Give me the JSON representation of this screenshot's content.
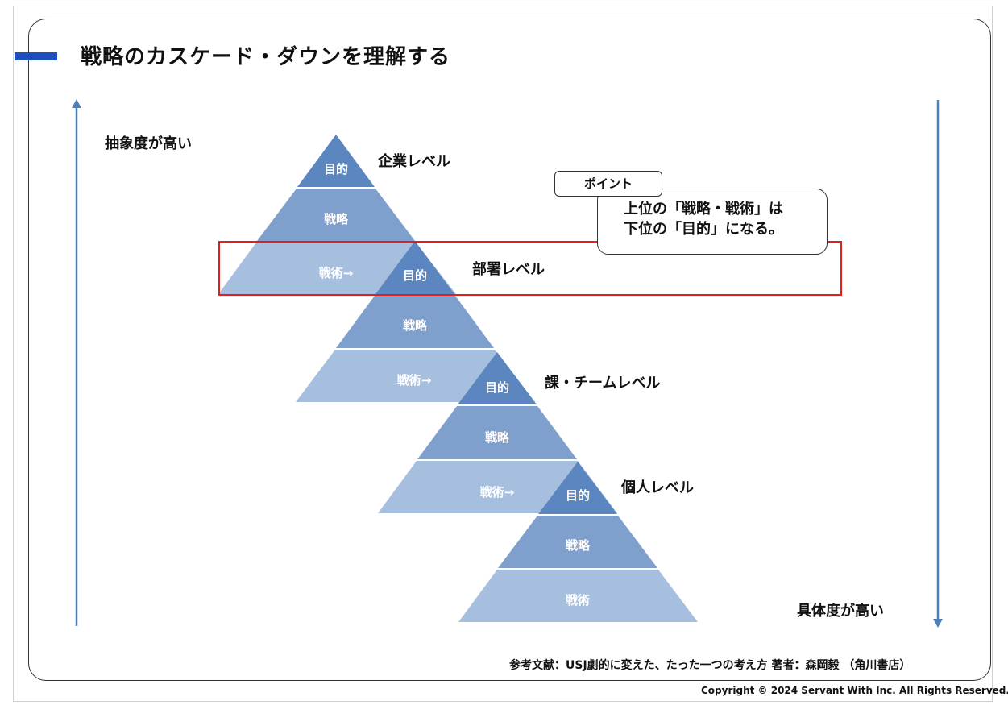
{
  "title": "戦略のカスケード・ダウンを理解する",
  "axis": {
    "top_label": "抽象度が高い",
    "bottom_label": "具体度が高い"
  },
  "levels": [
    {
      "label": "企業レベル",
      "purpose": "目的",
      "strategy": "戦略",
      "tactics": "戦術→"
    },
    {
      "label": "部署レベル",
      "purpose": "目的",
      "strategy": "戦略",
      "tactics": "戦術→"
    },
    {
      "label": "課・チームレベル",
      "purpose": "目的",
      "strategy": "戦略",
      "tactics": "戦術→"
    },
    {
      "label": "個人レベル",
      "purpose": "目的",
      "strategy": "戦略",
      "tactics": "戦術"
    }
  ],
  "point": {
    "tab": "ポイント",
    "line1": "上位の「戦略・戦術」は",
    "line2": "下位の「目的」になる。"
  },
  "reference": "参考文献：USJ劇的に変えた、たった一つの考え方 著者：森岡毅 （角川書店）",
  "copyright": "Copyright © 2024 Servant With Inc. All Rights Reserved.",
  "colors": {
    "purpose": "#5b86c0",
    "strategy": "#7f9fcd",
    "tactics": "#a7bfdf",
    "axis": "#4f7fb8",
    "highlight": "#e02020",
    "title_bar": "#1f4fbf"
  }
}
